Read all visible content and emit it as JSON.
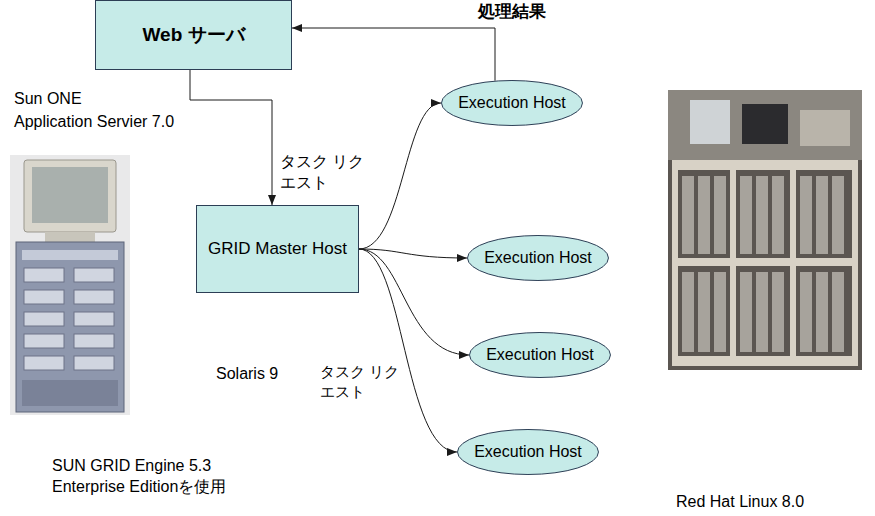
{
  "diagram": {
    "nodes": [
      {
        "text": [
          "Web サーバ"
        ]
      },
      {
        "text": [
          "GRID Master Host"
        ]
      },
      {
        "text": [
          "Execution Host"
        ]
      },
      {
        "text": [
          "Execution Host"
        ]
      },
      {
        "text": [
          "Execution Host"
        ]
      },
      {
        "text": [
          "Execution Host"
        ]
      }
    ],
    "edges": [
      {
        "from": 0,
        "to": 1,
        "arrow": "to",
        "label": "タスク リクエスト"
      },
      {
        "from": 1,
        "to": 2,
        "arrow": "to"
      },
      {
        "from": 1,
        "to": 3,
        "arrow": "to"
      },
      {
        "from": 1,
        "to": 4,
        "arrow": "to"
      },
      {
        "from": 1,
        "to": 5,
        "arrow": "to",
        "label": "タスク リクエスト"
      },
      {
        "from": 2,
        "to": 0,
        "arrow": "to",
        "label": "処理結果"
      }
    ],
    "labels": [
      "Sun ONE",
      "Application Servier 7.0",
      "Solaris 9",
      "SUN GRID Engine 5.3 Enterprise Editionを使用",
      "Red Hat Linux 8.0"
    ]
  }
}
